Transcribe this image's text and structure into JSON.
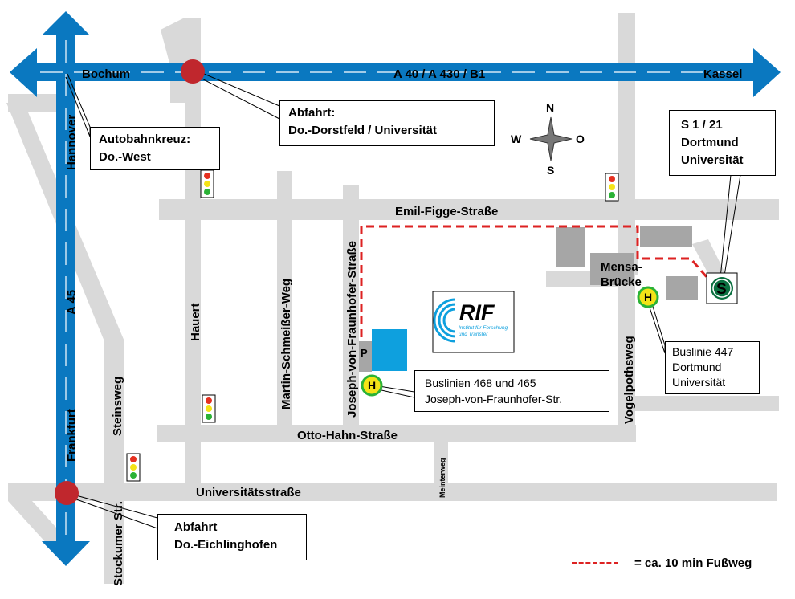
{
  "highways": {
    "a40": {
      "west_label": "Bochum",
      "east_label": "Kassel",
      "route_label": "A 40 / A 430 / B1"
    },
    "a45": {
      "north_label": "Hannover",
      "south_label": "Frankfurt",
      "route_label": "A 45"
    }
  },
  "streets": {
    "emil_figge": "Emil-Figge-Straße",
    "otto_hahn": "Otto-Hahn-Straße",
    "universitaet": "Universitätsstraße",
    "hauert": "Hauert",
    "martin_schmeisser": "Martin-Schmeißer-Weg",
    "joseph_fraunhofer": "Joseph-von-Fraunhofer-Straße",
    "vogelpoth": "Vogelpothsweg",
    "steinsweg": "Steinsweg",
    "stockumer": "Stockumer Str.",
    "meinterweg": "Meinterweg"
  },
  "compass": {
    "n": "N",
    "s": "S",
    "w": "W",
    "e": "O"
  },
  "callouts": {
    "dorstfeld": [
      "Abfahrt:",
      "Do.-Dorstfeld / Universität"
    ],
    "kreuz": [
      "Autobahnkreuz:",
      "Do.-West"
    ],
    "eichlinghofen": [
      "Abfahrt",
      "Do.-Eichlinghofen"
    ],
    "s_bahn": [
      "S 1 / 21",
      "Dortmund",
      "Universität"
    ],
    "bus_468": [
      "Buslinien 468 und 465",
      "Joseph-von-Fraunhofer-Str."
    ],
    "bus_447": [
      "Buslinie 447",
      "Dortmund",
      "Universität"
    ]
  },
  "mensa": [
    "Mensa-",
    "Brücke"
  ],
  "parking": "P",
  "s_symbol": "S",
  "bus_symbol": "H",
  "rif_logo": {
    "name": "RIF",
    "subtitle": [
      "Institut für Forschung",
      "und Transfer"
    ]
  },
  "legend": {
    "text": "= ca. 10 min Fußweg"
  },
  "colors": {
    "highway": "#0a78c0",
    "street": "#d9d9d9",
    "building": "#a6a6a6",
    "rif_building": "#0ea0de",
    "walk_path": "#dd2222",
    "exit_dot": "#c0272d",
    "bus_stop": "#f4e317",
    "s_bahn": "#0a7040"
  }
}
